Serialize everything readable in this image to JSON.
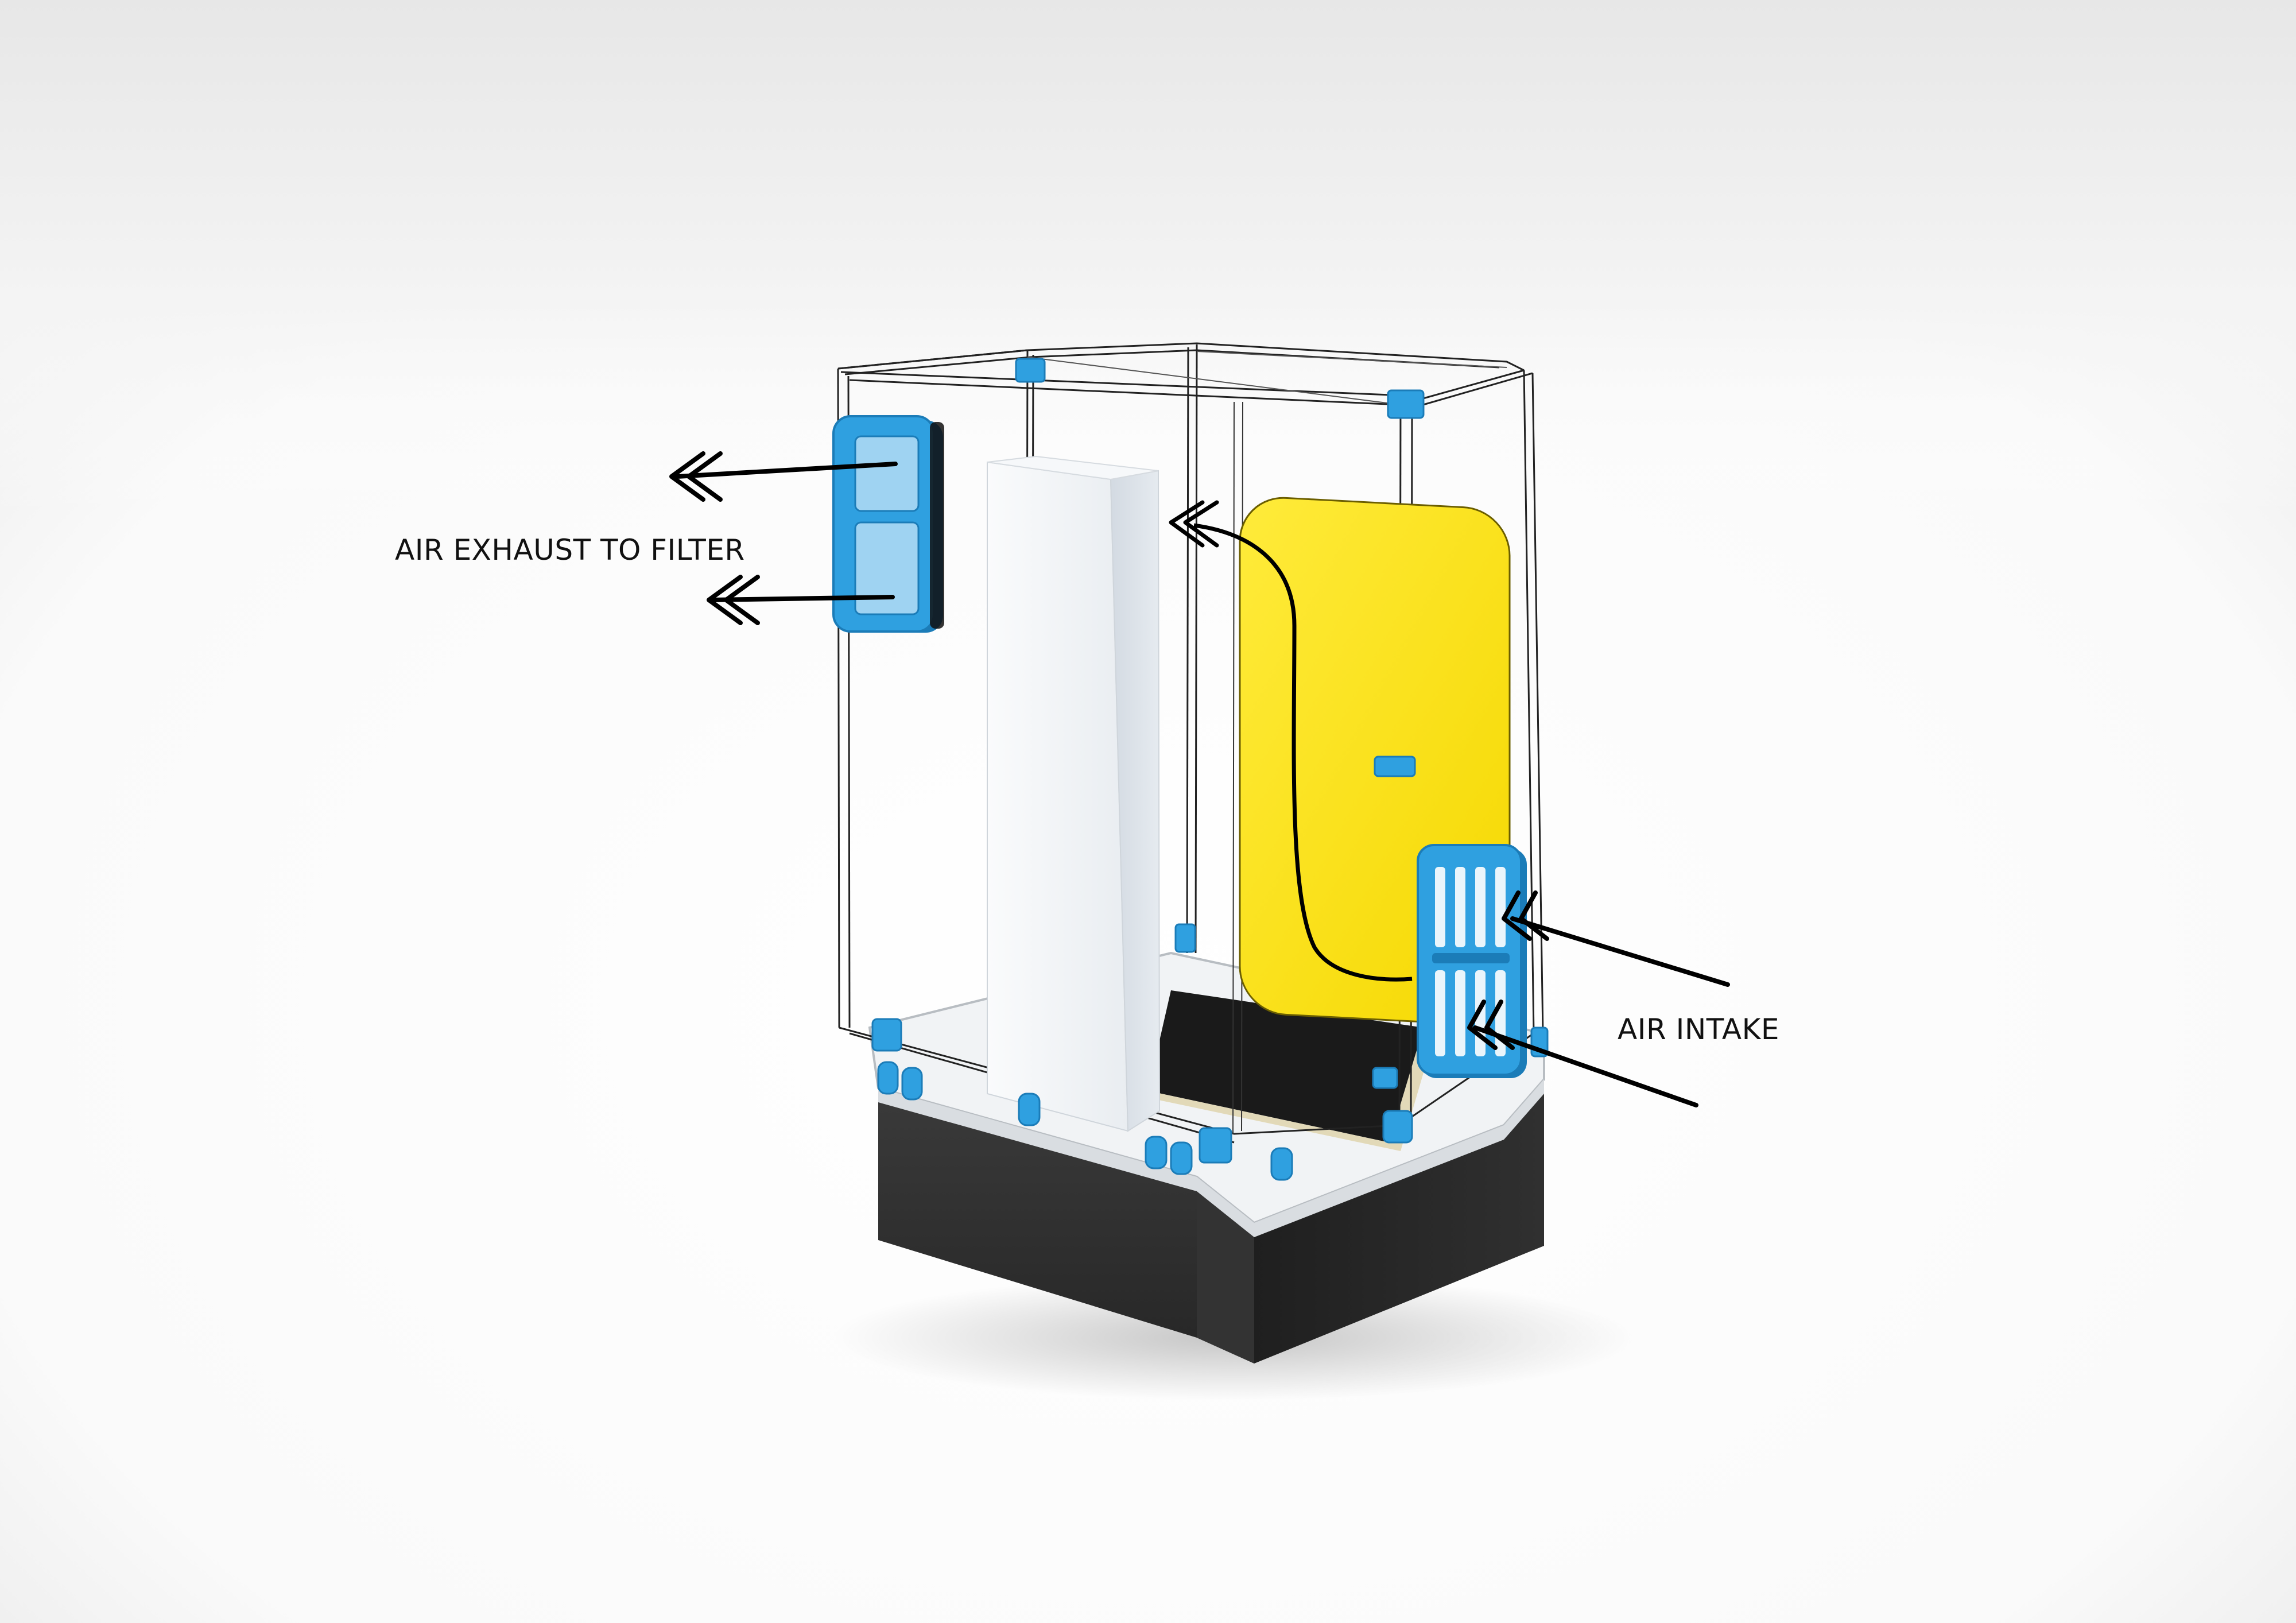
{
  "labels": {
    "exhaust": "AIR EXHAUST TO FILTER",
    "intake": "AIR INTAKE"
  },
  "colors": {
    "accent_blue": "#2FA0E0",
    "accent_blue_dark": "#1B7CB8",
    "panel_yellow": "#FFE600",
    "base_black": "#2C2C2C",
    "arrow": "#000000"
  },
  "icons": {
    "exhaust_vent": "rectangular-duct-vent",
    "intake_vent": "grille-vent",
    "flow_arrow": "double-chevron-arrow"
  }
}
